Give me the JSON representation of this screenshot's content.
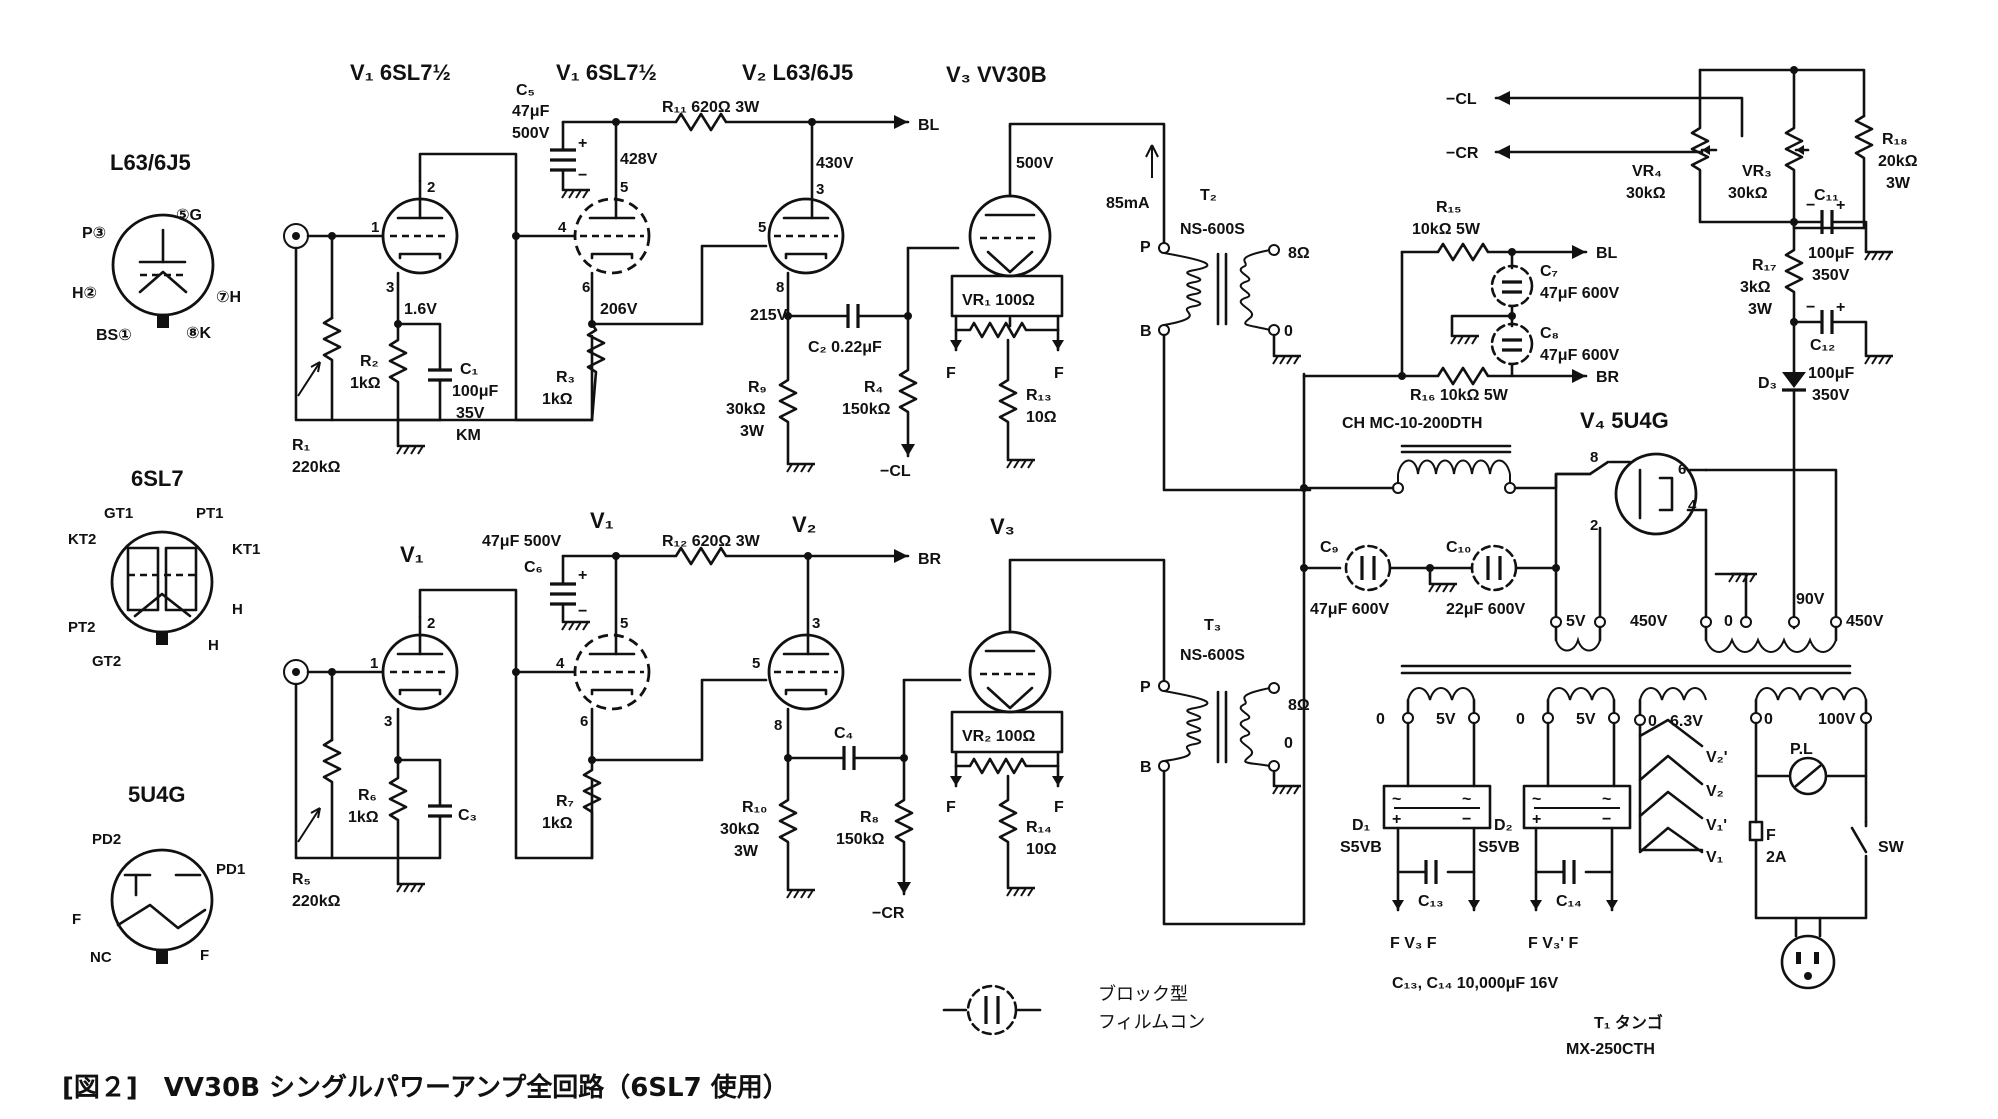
{
  "caption": "[図２]　VV30B シングルパワーアンプ全回路（6SL7 使用）",
  "tube_headers": {
    "v1a": "V₁ 6SL7½",
    "v1b": "V₁ 6SL7½",
    "v2": "V₂ L63/6J5",
    "v3": "V₃ VV30B",
    "v4": "V₄ 5U4G",
    "v1_lower_a": "V₁",
    "v1_lower_b": "V₁",
    "v2_lower": "V₂",
    "v3_lower": "V₃"
  },
  "socket_diagrams": [
    {
      "title": "L63/6J5",
      "pins": [
        "P③",
        "⑤G",
        "H②",
        "⑦H",
        "BS①",
        "⑧K"
      ]
    },
    {
      "title": "6SL7",
      "pins": [
        "GT1",
        "PT1",
        "KT2",
        "KT1",
        "PT2",
        "H",
        "GT2",
        "H"
      ]
    },
    {
      "title": "5U4G",
      "pins": [
        "PD2",
        "PD1",
        "F",
        "NC",
        "F"
      ]
    }
  ],
  "upper_channel": {
    "r1": "R₁",
    "r1_val": "220kΩ",
    "r2": "R₂",
    "r2_val": "1kΩ",
    "c1": "C₁",
    "c1_val1": "100μF",
    "c1_val2": "35V",
    "c1_val3": "KM",
    "v_1_6": "1.6V",
    "c5": "C₅",
    "c5_val1": "47μF",
    "c5_val2": "500V",
    "v_428": "428V",
    "r11": "R₁₁ 620Ω 3W",
    "v_430": "430V",
    "bl": "BL",
    "r3": "R₃",
    "r3_val": "1kΩ",
    "v_206": "206V",
    "v_215": "215V",
    "c2": "C₂ 0.22μF",
    "r9": "R₉",
    "r9_val1": "30kΩ",
    "r9_val2": "3W",
    "r4": "R₄",
    "r4_val": "150kΩ",
    "neg_cl": "−CL",
    "v_500": "500V",
    "vr1": "VR₁ 100Ω",
    "r13": "R₁₃",
    "r13_val": "10Ω",
    "f_left": "F",
    "f_right": "F",
    "ma_85": "85mA",
    "t2": "T₂",
    "t2_model": "NS-600S",
    "p": "P",
    "b": "B",
    "ohm8": "8Ω",
    "zero": "0"
  },
  "lower_channel": {
    "r5": "R₅",
    "r5_val": "220kΩ",
    "r6": "R₆",
    "r6_val": "1kΩ",
    "c3": "C₃",
    "c6": "C₆",
    "c6_val": "47μF 500V",
    "r12": "R₁₂ 620Ω 3W",
    "br": "BR",
    "r7": "R₇",
    "r7_val": "1kΩ",
    "c4": "C₄",
    "r10": "R₁₀",
    "r10_val1": "30kΩ",
    "r10_val2": "3W",
    "r8": "R₈",
    "r8_val": "150kΩ",
    "neg_cr": "−CR",
    "vr2": "VR₂ 100Ω",
    "r14": "R₁₄",
    "r14_val": "10Ω",
    "f_left": "F",
    "f_right": "F",
    "t3": "T₃",
    "t3_model": "NS-600S",
    "p": "P",
    "b": "B",
    "ohm8": "8Ω",
    "zero": "0"
  },
  "power_supply": {
    "neg_cl": "−CL",
    "neg_cr": "−CR",
    "vr4": "VR₄",
    "vr4_val": "30kΩ",
    "vr3": "VR₃",
    "vr3_val": "30kΩ",
    "r18": "R₁₈",
    "r18_val1": "20kΩ",
    "r18_val2": "3W",
    "c11": "C₁₁",
    "c11_val1": "100μF",
    "c11_val2": "350V",
    "r17": "R₁₇",
    "r17_val1": "3kΩ",
    "r17_val2": "3W",
    "c12": "C₁₂",
    "c12_val1": "100μF",
    "c12_val2": "350V",
    "d3": "D₃",
    "r15": "R₁₅",
    "r15_val": "10kΩ 5W",
    "bl": "BL",
    "br": "BR",
    "c7": "C₇",
    "c7_val": "47μF 600V",
    "c8": "C₈",
    "c8_val": "47μF 600V",
    "r16": "R₁₆ 10kΩ 5W",
    "ch": "CH MC-10-200DTH",
    "c9": "C₉",
    "c9_val": "47μF 600V",
    "c10": "C₁₀",
    "c10_val": "22μF 600V",
    "pin8": "8",
    "pin6": "6",
    "pin2": "2",
    "pin4": "4",
    "v5": "5V",
    "v450a": "450V",
    "zero": "0",
    "v90": "90V",
    "v450b": "450V",
    "sec1_0": "0",
    "sec1_5v": "5V",
    "sec2_0": "0",
    "sec2_5v": "5V",
    "sec3_0": "0",
    "sec3_63v": "6.3V",
    "v2p": "V₂'",
    "v2": "V₂",
    "v1p": "V₁'",
    "v1": "V₁",
    "sec4_0": "0",
    "sec4_100v": "100V",
    "pl": "P.L",
    "fuse": "F",
    "fuse_val": "2A",
    "sw": "SW",
    "d1": "D₁",
    "d1_model": "S5VB",
    "d2": "D₂",
    "d2_model": "S5VB",
    "c13": "C₁₃",
    "c14": "C₁₄",
    "f_v3_f": "F  V₃  F",
    "f_v3p_f": "F  V₃'  F",
    "c13c14": "C₁₃, C₁₄  10,000μF 16V",
    "t1": "T₁ タンゴ",
    "t1_model": "MX-250CTH"
  },
  "legend": {
    "line1": "ブロック型",
    "line2": "フィルムコン"
  }
}
